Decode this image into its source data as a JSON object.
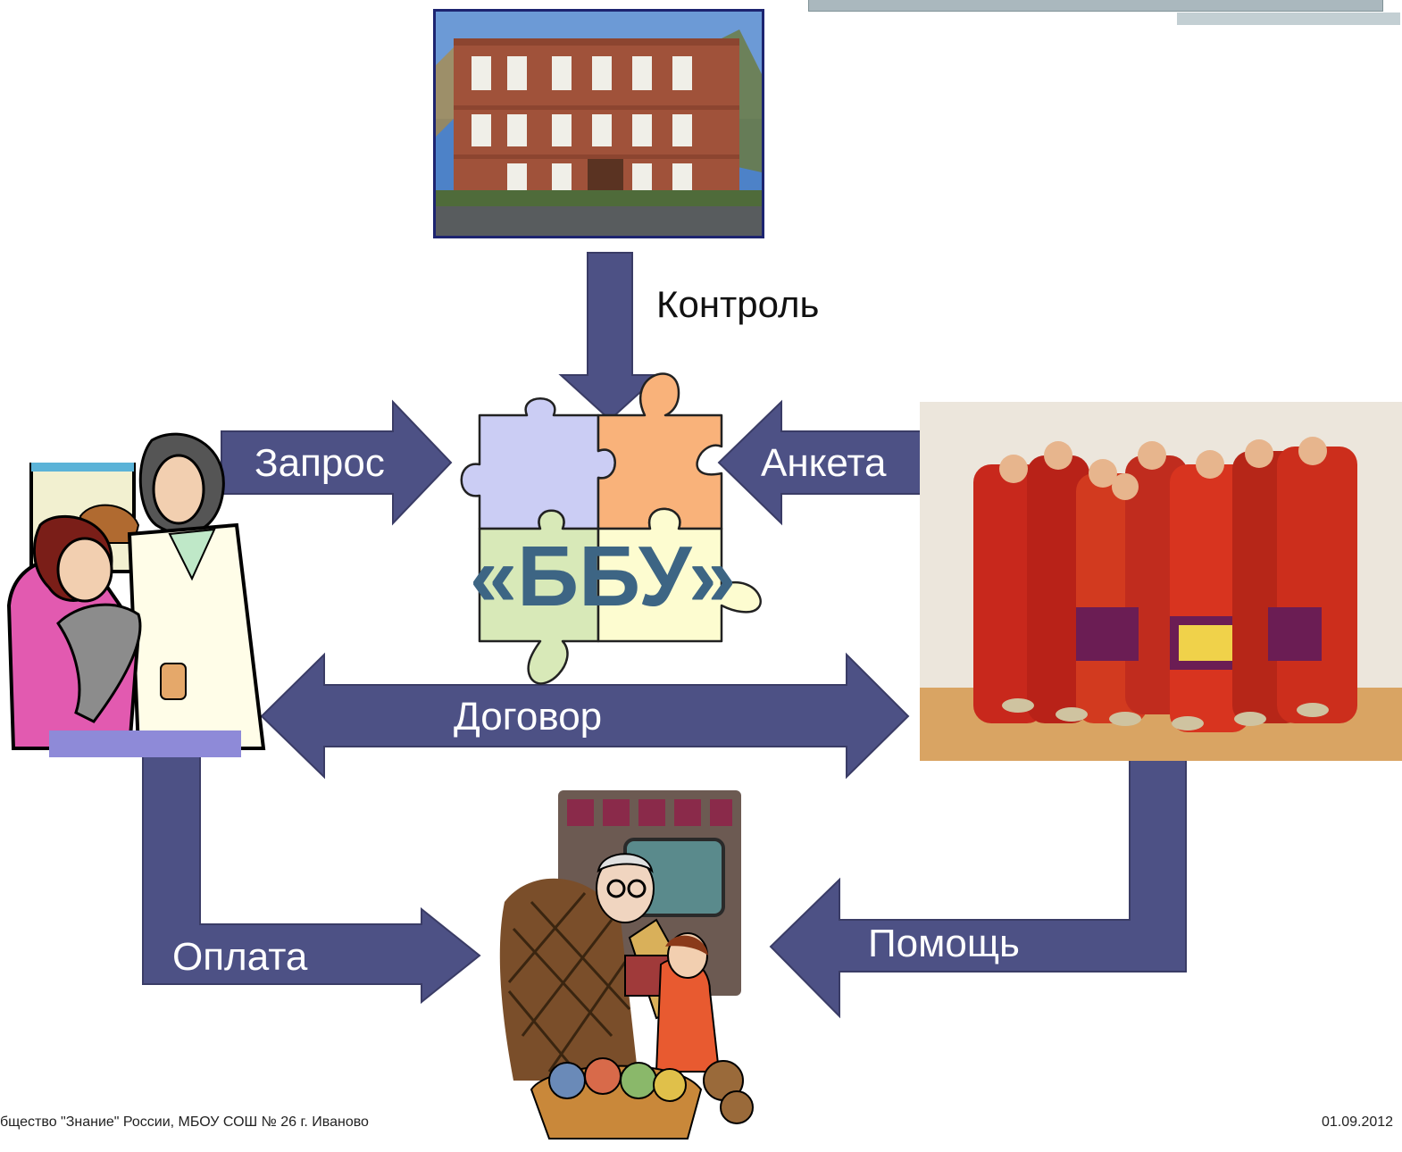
{
  "header": {
    "decoration": "title-bar"
  },
  "center": {
    "label": "«ББУ»"
  },
  "arrows": {
    "control": "Контроль",
    "request": "Запрос",
    "survey": "Анкета",
    "contract": "Договор",
    "payment": "Оплата",
    "help": "Помощь"
  },
  "images": {
    "building": "school-building-photo",
    "choir": "folk-choir-photo",
    "vet": "veterinarian-clipart",
    "grandma": "grandmother-knitting-clipart"
  },
  "footer": {
    "left": "бщество \"Знание\" России, МБОУ СОШ № 26 г. Иваново",
    "right": "01.09.2012"
  },
  "colors": {
    "arrow_fill": "#4d5185",
    "arrow_stroke": "#3a3c66",
    "center_text": "#3d6584",
    "puzzle_lavender": "#cbcdf4",
    "puzzle_orange": "#f9b27a",
    "puzzle_green": "#d8e9b8",
    "puzzle_cream": "#fdfcd0"
  }
}
